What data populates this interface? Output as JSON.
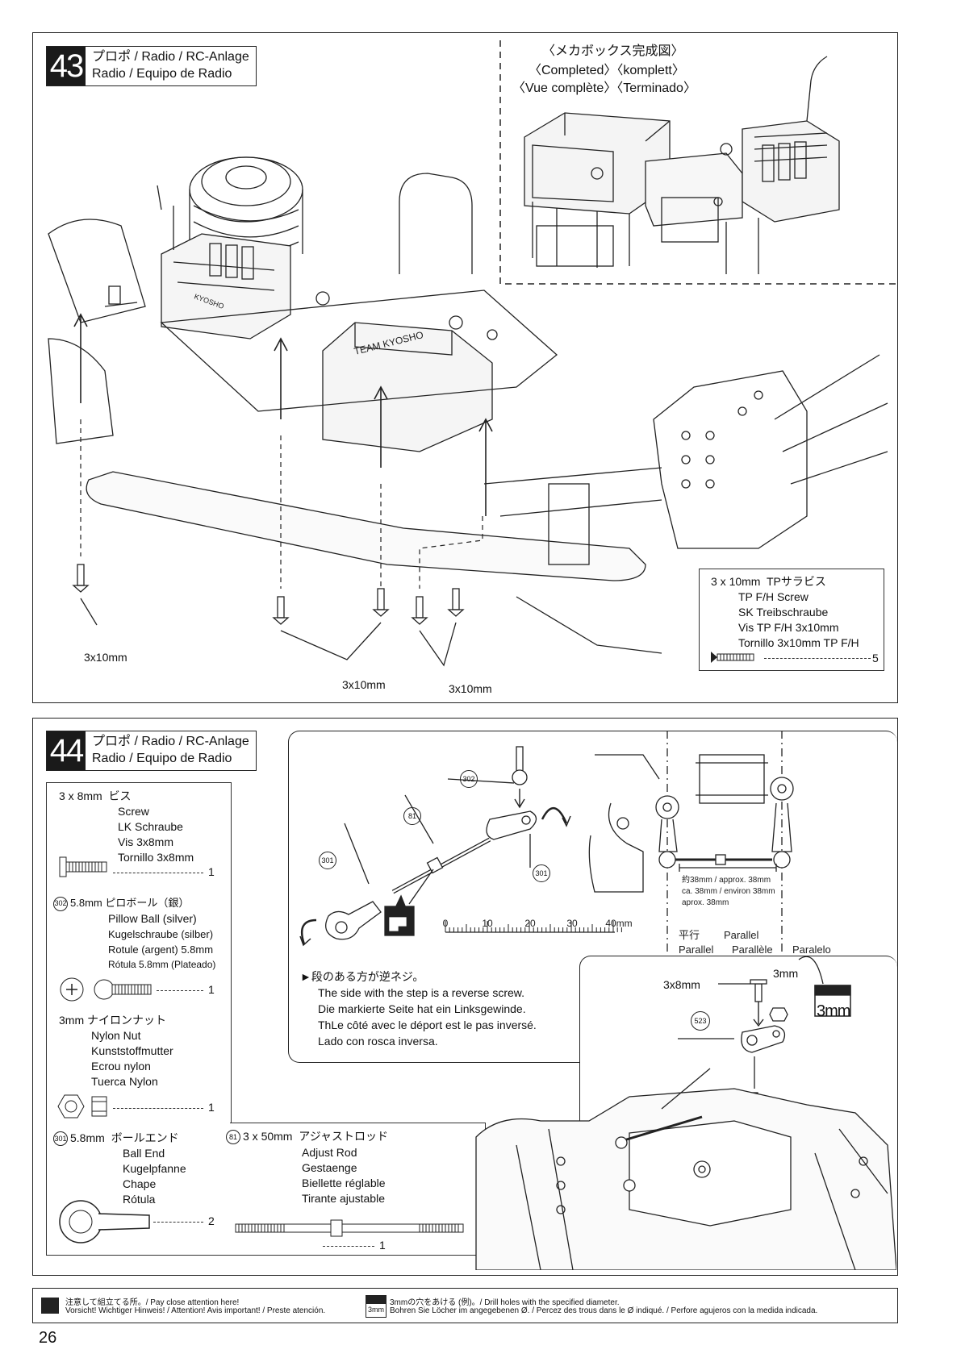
{
  "step43": {
    "number": "43",
    "title_line1": "プロポ / Radio / RC-Anlage",
    "title_line2": "Radio / Equipo de Radio",
    "completed_view": {
      "line1": "〈メカボックス完成図〉",
      "line2": "〈Completed〉〈komplett〉",
      "line3": "〈Vue complète〉〈Terminado〉"
    },
    "screw_labels": [
      "3x10mm",
      "3x10mm",
      "3x10mm"
    ],
    "part_box": {
      "name_jp": "3 x 10mm  TPサラビス",
      "name_en": "TP F/H Screw",
      "name_de": "SK Treibschraube",
      "name_fr": "Vis TP F/H 3x10mm",
      "name_es": "Tornillo 3x10mm TP F/H",
      "qty": "5"
    },
    "car_brand": "KYOSHO",
    "team_label": "TEAM KYOSHO"
  },
  "step44": {
    "number": "44",
    "title_line1": "プロポ / Radio / RC-Anlage",
    "title_line2": "Radio / Equipo de Radio",
    "parts": [
      {
        "id": "",
        "size": "3 x 8mm",
        "jp": "ビス",
        "en": "Screw",
        "de": "LK Schraube",
        "fr": "Vis 3x8mm",
        "es": "Tornillo 3x8mm",
        "qty": "1"
      },
      {
        "id": "302",
        "size": "5.8mm",
        "jp": "ピロボール（銀）",
        "en": "Pillow Ball (silver)",
        "de": "Kugelschraube (silber)",
        "fr": "Rotule (argent) 5.8mm",
        "es": "Rótula 5.8mm (Plateado)",
        "qty": "1"
      },
      {
        "id": "",
        "size": "3mm",
        "jp": "ナイロンナット",
        "en": "Nylon Nut",
        "de": "Kunststoffmutter",
        "fr": "Ecrou nylon",
        "es": "Tuerca Nylon",
        "qty": "1"
      },
      {
        "id": "301",
        "size": "5.8mm",
        "jp": "ボールエンド",
        "en": "Ball End",
        "de": "Kugelpfanne",
        "fr": "Chape",
        "es": "Rótula",
        "qty": "2"
      },
      {
        "id": "81",
        "size": "3 x 50mm",
        "jp": "アジャストロッド",
        "en": "Adjust Rod",
        "de": "Gestaenge",
        "fr": "Biellette réglable",
        "es": "Tirante ajustable",
        "qty": "1"
      }
    ],
    "callouts": [
      "302",
      "81",
      "301",
      "301",
      "523"
    ],
    "ruler_labels": [
      "0",
      "10",
      "20",
      "30",
      "40mm"
    ],
    "length_note": {
      "line1": "約38mm /  approx. 38mm",
      "line2": "ca. 38mm / environ 38mm",
      "line3": "aprox. 38mm"
    },
    "parallel": {
      "jp": "平行",
      "en": "Parallel",
      "de": "Parallel",
      "fr": "Parallèle",
      "es": "Paralelo"
    },
    "reverse_note": {
      "jp": "►段のある方が逆ネジ。",
      "en": "The side with the step is a reverse screw.",
      "de": "Die markierte Seite hat ein Linksgewinde.",
      "fr": "ThLe côté avec le déport est le pas inversé.",
      "es": "Lado con rosca inversa."
    },
    "assembly_labels": {
      "screw": "3x8mm",
      "nut": "3mm",
      "drill": "3mm"
    }
  },
  "footer": {
    "attention_line1": "注意して組立てる所。/ Pay close attention here!",
    "attention_line2": "Vorsicht!  Wichtiger Hinweis! / Attention! Avis important! / Preste atención.",
    "drill_icon": "3mm",
    "drill_line1": "3mmの穴をあける (例)。/ Drill holes with the specified diameter.",
    "drill_line2": "Bohren Sie Löcher im angegebenen Ø. / Percez des trous dans le Ø indiqué. / Perfore agujeros con la medida indicada."
  },
  "page_number": "26"
}
